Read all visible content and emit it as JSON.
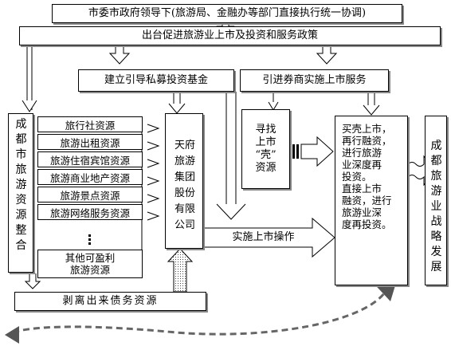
{
  "top_banner": "市委市政府领导下(旅游局、金融办等部门直接执行统一协调)",
  "policy": "出台促进旅游业上市及投资和服务政策",
  "fund": "建立引导私募投资基金",
  "broker": "引进券商实施上市服务",
  "integration": "成都市旅游资源整合",
  "resources": [
    "旅行社资源",
    "旅游出租资源",
    "旅游住宿宾馆资源",
    "旅游商业地产资源",
    "旅游景点资源",
    "旅游网络服务资源"
  ],
  "other_resource": "其他可盈利\n旅游资源",
  "group": "天府旅游集团股份有限公司",
  "shell": "寻找\n上市\n“壳”\n资源",
  "listing_op": "实施上市操作",
  "listing_text": "买壳上市，\n再行融资，\n进行旅游\n业深度再\n投资。\n直接上市\n融资，进行\n旅游业深\n度再投资。",
  "strategy": "成都旅游业战略发展",
  "debt": "剥离出来债务资源"
}
